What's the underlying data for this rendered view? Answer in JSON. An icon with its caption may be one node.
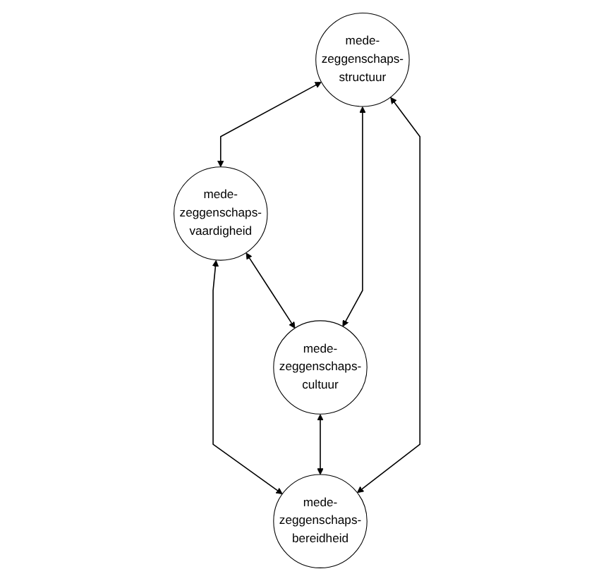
{
  "diagram": {
    "nodes": [
      {
        "text": [
          "mede- zeggenschaps- structuur"
        ]
      },
      {
        "text": [
          "mede- zeggenschaps- vaardigheid"
        ]
      },
      {
        "text": [
          "mede- zeggenschaps- cultuur"
        ]
      },
      {
        "text": [
          "mede- zeggenschaps- bereidheid"
        ]
      }
    ],
    "edges": [
      {
        "from": 0,
        "to": 1,
        "arrow": "both"
      },
      {
        "from": 0,
        "to": 2,
        "arrow": "both"
      },
      {
        "from": 1,
        "to": 3,
        "arrow": "both"
      },
      {
        "from": 2,
        "to": 3,
        "arrow": "both"
      },
      {
        "from": 0,
        "to": 3,
        "arrow": "both"
      },
      {
        "from": 1,
        "to": 2,
        "arrow": "both"
      }
    ]
  }
}
